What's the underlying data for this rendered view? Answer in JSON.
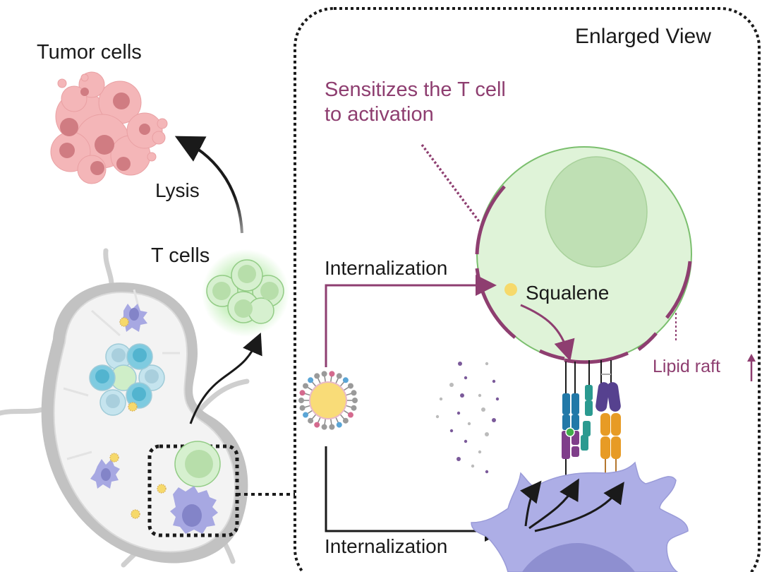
{
  "labels": {
    "tumor_cells": "Tumor cells",
    "lysis": "Lysis",
    "t_cells": "T cells",
    "enlarged_view": "Enlarged View",
    "sensitizes_line1": "Sensitizes the T cell",
    "sensitizes_line2": "to activation",
    "internalization_top": "Internalization",
    "squalene": "Squalene",
    "lipid_raft": "Lipid raft",
    "internalization_bottom": "Internalization"
  },
  "colors": {
    "accent_plum": "#8e3e70",
    "tcell_fill": "#dff3d8",
    "tcell_nucleus": "#bfe0b4",
    "tcell_outline": "#7bbf6e",
    "tumor_pink": "#f4b6b8",
    "tumor_nucleus": "#d07c82",
    "dendritic_purple": "#adaee6",
    "dendritic_nucleus": "#8e8fd0",
    "squalene_yellow": "#f6d96b",
    "lymph_node_wall": "#c9c9c9",
    "lymph_node_fill": "#f3f3f3",
    "text_dark": "#1a1a1a"
  },
  "icons": {
    "lipid_raft_increase": "arrow-up"
  }
}
